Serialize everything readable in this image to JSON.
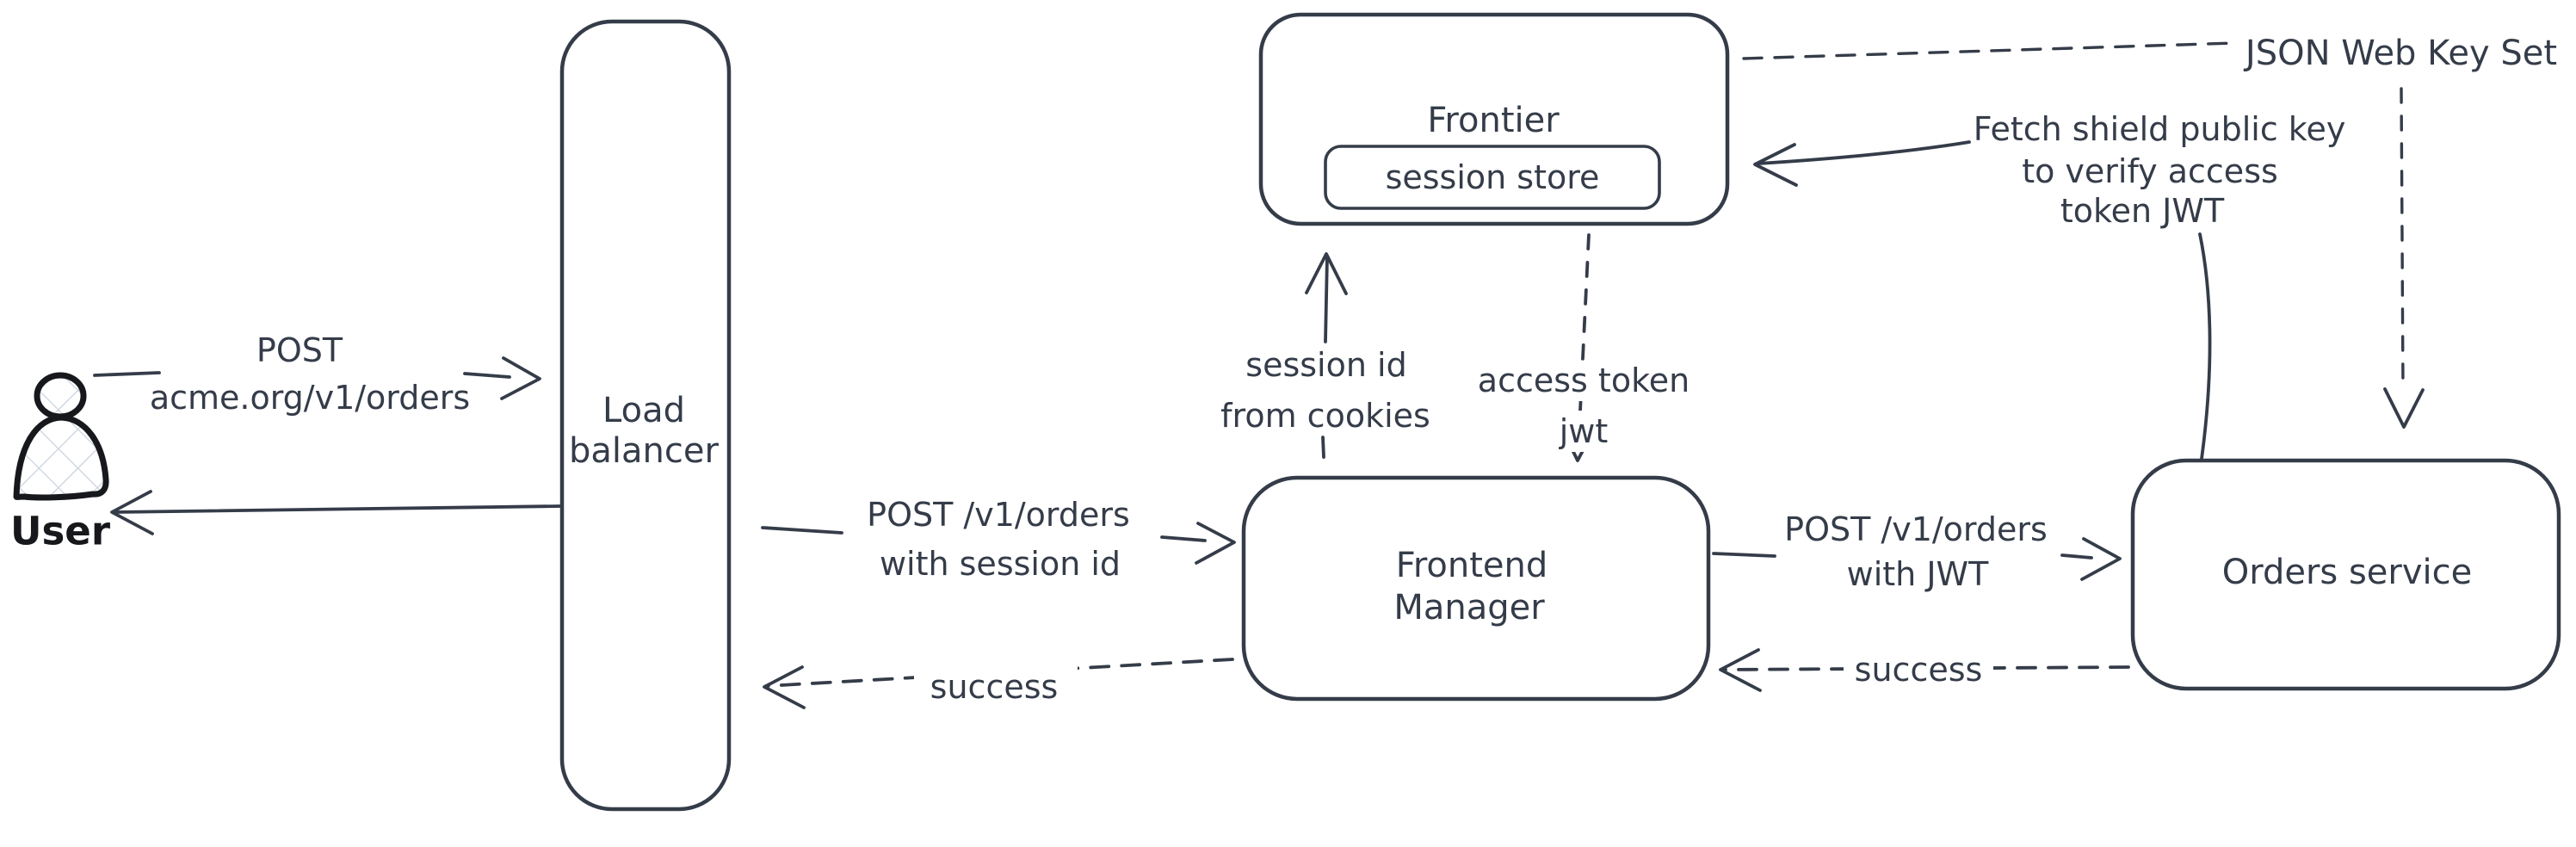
{
  "diagram": {
    "background": "#ffffff",
    "stroke_color": "#353c49",
    "user_color": "#17181c",
    "hatch_color": "#c9d3df"
  },
  "nodes": {
    "user": {
      "label": "User"
    },
    "load_balancer": {
      "line1": "Load",
      "line2": "balancer"
    },
    "frontier": {
      "label": "Frontier"
    },
    "session_store": {
      "label": "session store"
    },
    "frontend_manager": {
      "line1": "Frontend",
      "line2": "Manager"
    },
    "orders_service": {
      "label": "Orders service"
    }
  },
  "edges": {
    "user_to_lb": {
      "line1": "POST",
      "line2": "acme.org/v1/orders"
    },
    "lb_to_fm": {
      "line1": "POST /v1/orders",
      "line2": "with session id"
    },
    "fm_to_lb_success": {
      "label": "success"
    },
    "fm_to_frontier": {
      "line1": "session id",
      "line2": "from cookies"
    },
    "frontier_to_fm": {
      "line1": "access token",
      "line2": "jwt"
    },
    "fm_to_orders": {
      "line1": "POST /v1/orders",
      "line2": "with JWT"
    },
    "orders_to_fm_success": {
      "label": "success"
    },
    "orders_to_frontier": {
      "line1": "Fetch shield public key",
      "line2": "to verify access",
      "line3": "token JWT"
    },
    "jwks": {
      "label": "JSON Web Key Set"
    }
  }
}
